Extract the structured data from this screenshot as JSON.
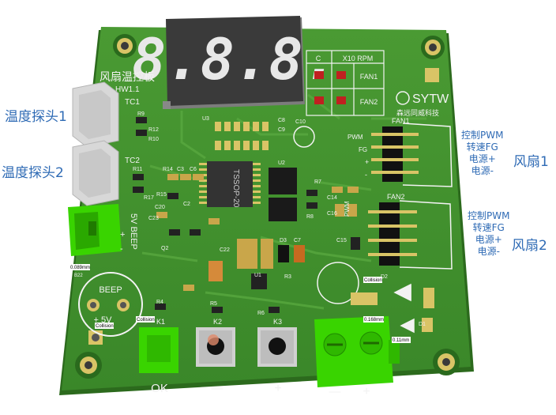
{
  "board": {
    "title": "风扇温控板",
    "version": "HW1.1",
    "brand_logo": "SYTW",
    "brand_cn": "森远同威科技",
    "display_digits": "8.8.8.",
    "table": {
      "c": "C",
      "rpm": "X10 RPM",
      "fan1": "FAN1",
      "fan2": "FAN2"
    },
    "connectors": {
      "tc1": "TC1",
      "tc2": "TC2",
      "fan1": "FAN1",
      "fan2": "FAN2",
      "pwm": "PWM",
      "fg": "FG",
      "plus": "+",
      "minus": "-",
      "supply": "5V BEEP",
      "supply_plus": "+",
      "supply_minus": "-"
    },
    "ic_main": "TSSOP-20",
    "buzzer": {
      "title": "BEEP",
      "sub": "+ 5V"
    },
    "buttons": {
      "k1": "K1",
      "k2": "K2",
      "k3": "K3",
      "ok": "OK",
      "minus": "—",
      "plus": "+"
    },
    "terminal": {
      "minus": "—",
      "plus": "+"
    },
    "refs": {
      "r9": "R9",
      "r12": "R12",
      "r10": "R10",
      "r11": "R11",
      "r17": "R17",
      "r14": "R14",
      "c3": "C3",
      "c6": "C6",
      "r15": "R15",
      "c20": "C20",
      "c23": "C23",
      "c2": "C2",
      "u3": "U3",
      "c8": "C8",
      "c10": "C10",
      "c9": "C9",
      "u2": "U2",
      "r7": "R7",
      "c14": "C14",
      "c15": "C15",
      "c16": "C16",
      "d3": "D3",
      "c7": "C7",
      "c22": "C22",
      "u1": "U1",
      "r3": "R3",
      "r4": "R4",
      "r5": "R5",
      "r6": "R6",
      "r8": "R8",
      "d2": "D2",
      "d1": "D1",
      "q2": "Q2"
    },
    "overlay": {
      "collision": "Collision",
      "dim1": "0.168mm",
      "dim2": "0.11mm",
      "dim3": "0.089mm",
      "b22": "B22"
    }
  },
  "labels": {
    "temp_probe_1": "温度探头1",
    "temp_probe_2": "温度探头2",
    "fan_1": "风扇1",
    "fan_2": "风扇2",
    "fan1_pins": [
      "控制PWM",
      "转速FG",
      "电源+",
      "电源-"
    ],
    "fan2_pins": [
      "控制PWM",
      "转速FG",
      "电源+",
      "电源-"
    ]
  },
  "colors": {
    "pcb": "#3f8f2c",
    "pcb_edge": "#2f7320",
    "silk": "#f2f2f2",
    "annotation": "#2f6bb5",
    "connector_green": "#39d400",
    "display": "#3a3a3a"
  }
}
